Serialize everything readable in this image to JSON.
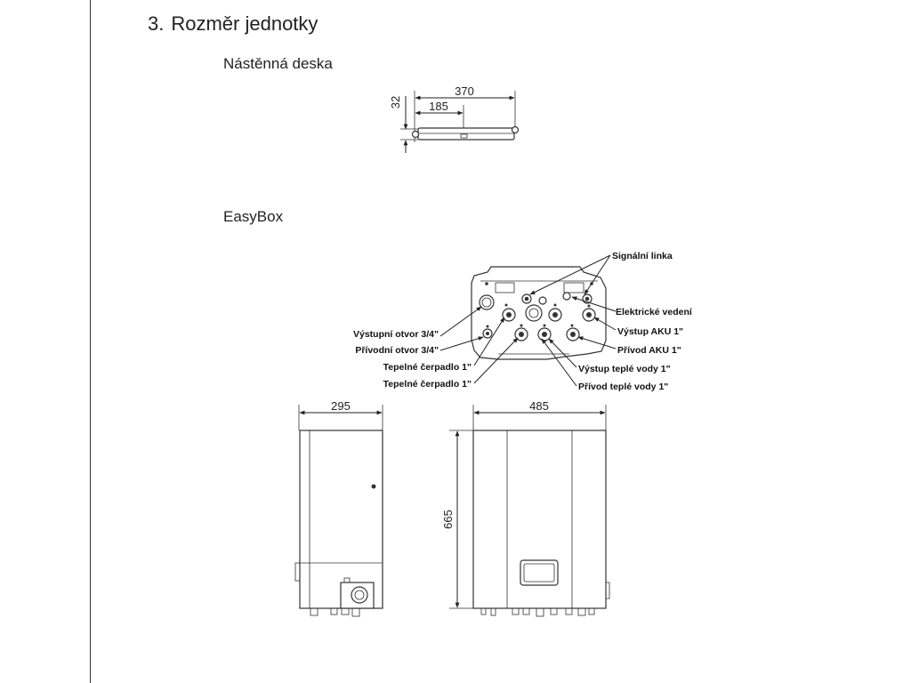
{
  "section": {
    "number": "3.",
    "title": "Rozměr jednotky"
  },
  "wall_plate": {
    "title": "Nástěnná deska",
    "dims": {
      "width": "370",
      "half_width": "185",
      "height": "32"
    }
  },
  "easybox": {
    "title": "EasyBox",
    "callouts": {
      "signal_line": "Signální linka",
      "electrical": "Elektrické vedení",
      "aku_out": "Výstup AKU 1\"",
      "aku_in": "Přívod AKU 1\"",
      "hot_water_out": "Výstup teplé vody 1\"",
      "hot_water_in": "Přívod teplé vody 1\"",
      "outlet_port": "Výstupní otvor 3/4\"",
      "inlet_port": "Přívodní otvor 3/4\"",
      "heat_pump_1": "Tepelné čerpadlo 1\"",
      "heat_pump_2": "Tepelné čerpadlo 1\""
    },
    "dims": {
      "depth": "295",
      "width": "485",
      "height": "665"
    }
  }
}
